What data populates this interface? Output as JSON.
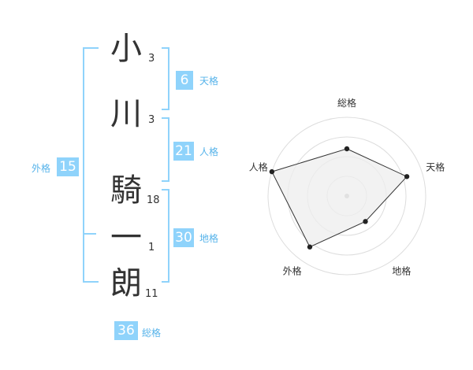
{
  "name": {
    "characters": [
      {
        "char": "小",
        "strokes": "3"
      },
      {
        "char": "川",
        "strokes": "3"
      },
      {
        "char": "騎",
        "strokes": "18"
      },
      {
        "char": "一",
        "strokes": "1"
      },
      {
        "char": "朗",
        "strokes": "11"
      }
    ]
  },
  "kakusu": {
    "tenkaku": {
      "value": "6",
      "label": "天格"
    },
    "jinkaku": {
      "value": "21",
      "label": "人格"
    },
    "chikaku": {
      "value": "30",
      "label": "地格"
    },
    "gaikaku": {
      "value": "15",
      "label": "外格"
    },
    "soukaku": {
      "value": "36",
      "label": "総格"
    }
  },
  "colors": {
    "accent": "#8fd3fb",
    "accent_text": "#56b3ea",
    "radar_fill": "#eeeeee",
    "radar_line": "#333333",
    "ring": "#dddddd"
  },
  "chart_data": {
    "type": "radar",
    "axes": [
      "総格",
      "天格",
      "地格",
      "外格",
      "人格"
    ],
    "max": 5,
    "rings": 4,
    "values": [
      3,
      4,
      2,
      4,
      5
    ]
  }
}
